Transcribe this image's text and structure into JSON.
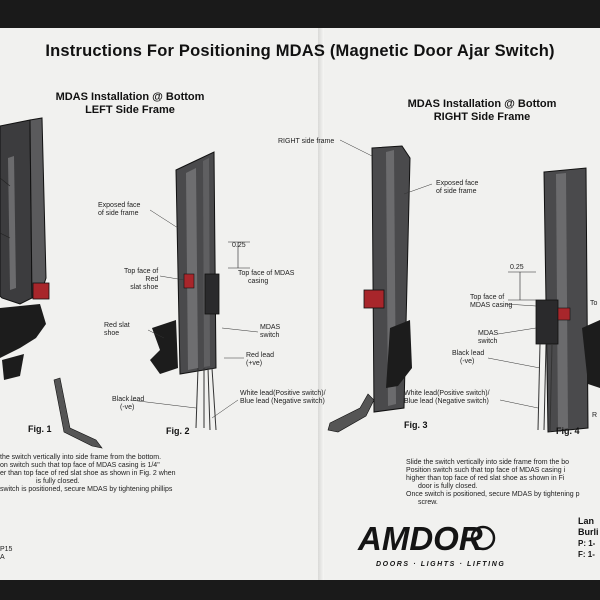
{
  "title": "Instructions For Positioning MDAS (Magnetic Door Ajar Switch)",
  "left": {
    "heading_line1": "MDAS Installation @ Bottom",
    "heading_line2": "LEFT Side Frame",
    "exposed_face": [
      "Exposed face",
      "of side frame"
    ],
    "dim": "0.25",
    "top_face_shoe": [
      "Top face of",
      "Red",
      "slat shoe"
    ],
    "top_face_casing": "Top face of MDAS",
    "casing": "casing",
    "mdas_switch": [
      "MDAS",
      "switch"
    ],
    "red_slat_shoe": [
      "Red slat",
      "shoe"
    ],
    "red_lead": [
      "Red lead",
      "(+ve)"
    ],
    "black_lead": [
      "Black lead",
      "(-ve)"
    ],
    "white_lead": "White lead(Positive switch)/",
    "blue_lead": "Blue lead (Negative switch)",
    "fig1": "Fig. 1",
    "fig2": "Fig. 2",
    "notes": [
      "the switch vertically into side frame from the bottom.",
      "on switch such that top face of MDAS casing is 1/4\"",
      "er than top face of red slat shoe as shown in Fig. 2 when",
      "is fully closed.",
      "switch is positioned, secure MDAS by tightening phillips"
    ],
    "margin_text": [
      "P15",
      "A"
    ]
  },
  "right": {
    "heading_line1": "MDAS Installation @ Bottom",
    "heading_line2": "RIGHT Side Frame",
    "right_side_frame": "RIGHT side frame",
    "exposed_face": [
      "Exposed face",
      "of side frame"
    ],
    "dim": "0.25",
    "top_face_casing": [
      "Top face of",
      "MDAS casing"
    ],
    "top_edge": "To",
    "mdas_switch": [
      "MDAS",
      "switch"
    ],
    "black_lead": [
      "Black lead",
      "(-ve)"
    ],
    "white_lead": "White lead(Positive switch)/",
    "blue_lead": "Blue lead (Negative switch)",
    "red_edge": "R",
    "fig3": "Fig. 3",
    "fig4": "Fig. 4",
    "notes": [
      "Slide the switch vertically into side frame from the bo",
      "Position switch such that top face of MDAS casing i",
      "higher than top face of red slat shoe as shown in Fi",
      "door is fully closed.",
      "Once switch is positioned, secure MDAS by tightening p",
      "screw."
    ],
    "contact": [
      "Lan",
      "Burli",
      "P: 1-",
      "F: 1-"
    ]
  },
  "logo": {
    "name": "AMDOR",
    "tagline": "DOORS · LIGHTS · LIFTING"
  },
  "colors": {
    "frame": "#4a4a4c",
    "shoe": "#1c1c1c",
    "red_part": "#a8262b",
    "paper": "#f1f1ef"
  }
}
